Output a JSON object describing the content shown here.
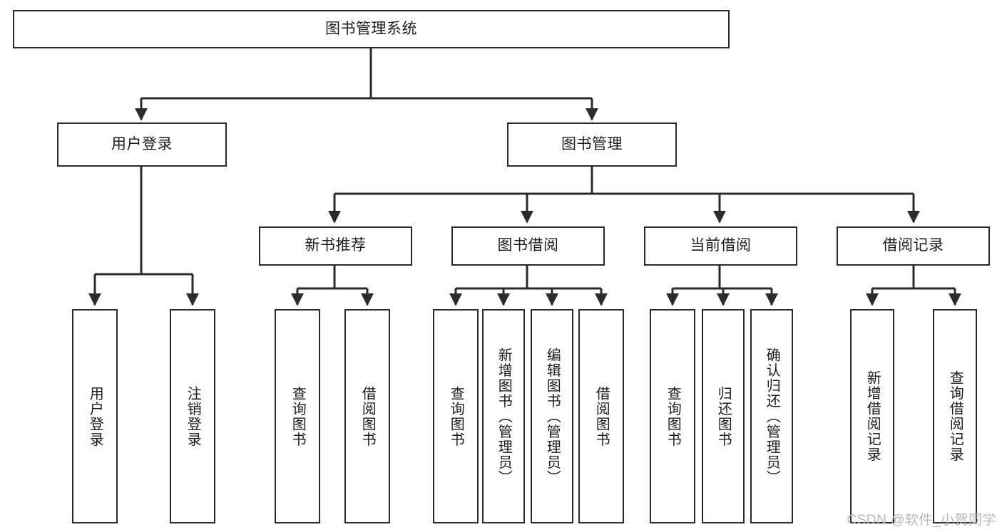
{
  "diagram": {
    "title": "图书管理系统",
    "type": "functional-decomposition-tree",
    "watermark": "CSDN @软件_小贺同学",
    "colors": {
      "stroke": "#2b2b2b",
      "fill": "#ffffff",
      "text": "#1d1d1d",
      "watermark": "#b8b8b8"
    },
    "root": {
      "label": "图书管理系统"
    },
    "level2": [
      {
        "label": "用户登录"
      },
      {
        "label": "图书管理"
      }
    ],
    "level3": [
      {
        "label": "新书推荐"
      },
      {
        "label": "图书借阅"
      },
      {
        "label": "当前借阅"
      },
      {
        "label": "借阅记录"
      }
    ],
    "leaves": {
      "user_login": [
        {
          "label": "用户登录"
        },
        {
          "label": "注销登录"
        }
      ],
      "new_book_recommend": [
        {
          "label": "查询图书"
        },
        {
          "label": "借阅图书"
        }
      ],
      "book_borrow": [
        {
          "label": "查询图书"
        },
        {
          "label": "新增图书（管理员）"
        },
        {
          "label": "编辑图书（管理员）"
        },
        {
          "label": "借阅图书"
        }
      ],
      "current_borrow": [
        {
          "label": "查询图书"
        },
        {
          "label": "归还图书"
        },
        {
          "label": "确认归还（管理员）"
        }
      ],
      "borrow_records": [
        {
          "label": "新增借阅记录"
        },
        {
          "label": "查询借阅记录"
        }
      ]
    }
  }
}
